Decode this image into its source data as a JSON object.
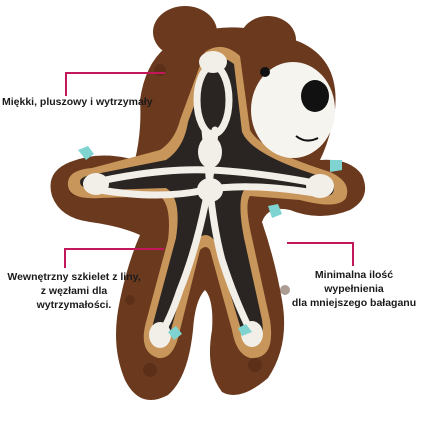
{
  "callouts": {
    "plush": "Miękki, pluszowy i wytrzymały",
    "skeleton_line1": "Wewnętrzny szkielet z liny,",
    "skeleton_line2": "z węzłami dla wytrzymałości.",
    "filling_line1": "Minimalna ilość wypełnienia",
    "filling_line2": "dla mniejszego bałaganu"
  },
  "colors": {
    "fur": "#6b3a1e",
    "fur_dark": "#4a2612",
    "trim": "#c8955a",
    "inner": "#2a2522",
    "rope": "#f2efe8",
    "snout": "#f6f4ef",
    "accent_patch": "#7fd4d2",
    "callout_line": "#c2185b"
  },
  "icons": [
    "bear-toy-illustration"
  ]
}
